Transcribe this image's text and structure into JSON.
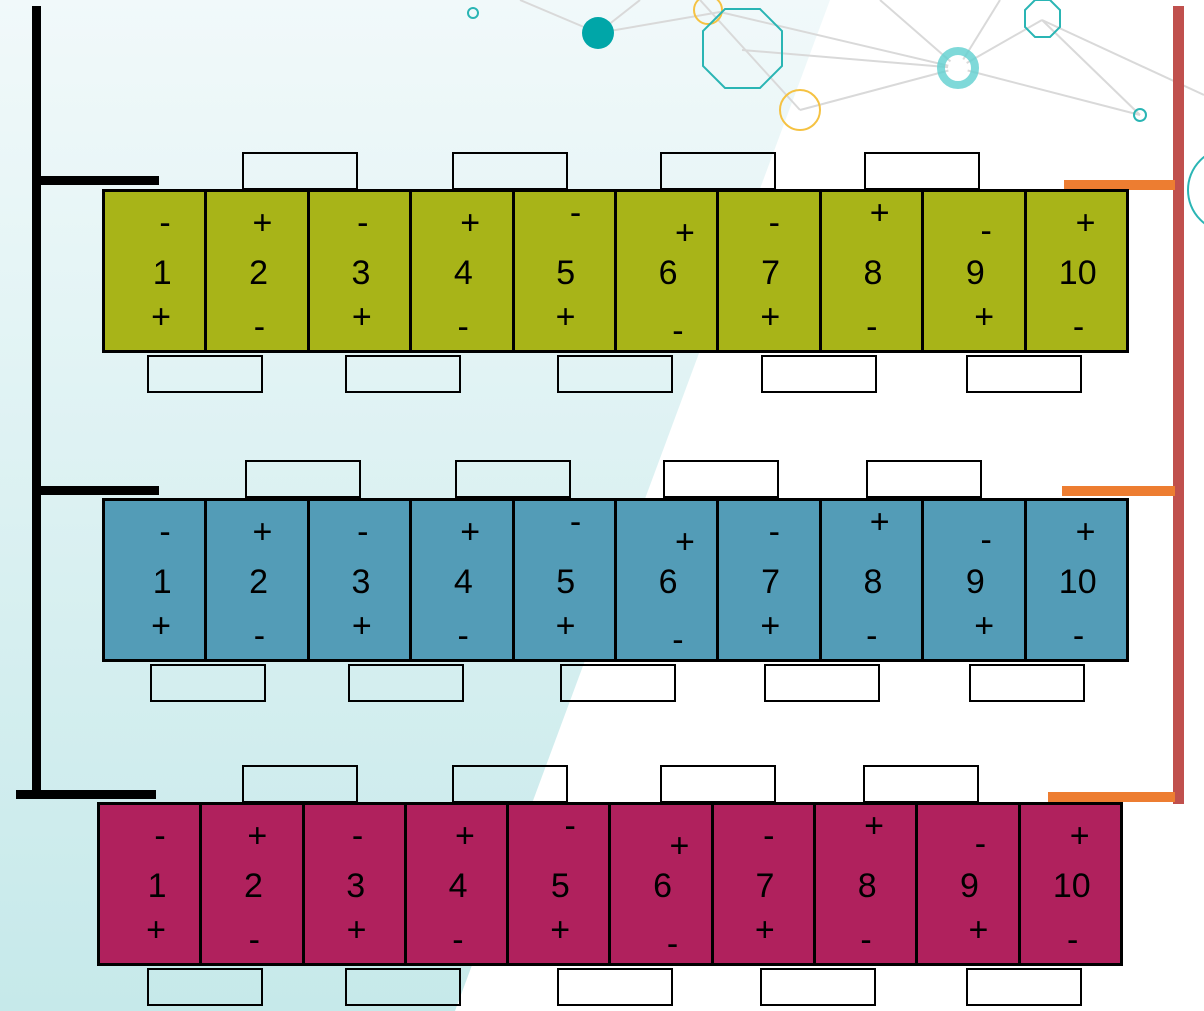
{
  "colors": {
    "rail_left": "#000000",
    "rail_right": "#c0504d",
    "tap_right": "#ed7d31",
    "outline": "#000000"
  },
  "modules": [
    {
      "color": "#a8b418",
      "cells": [
        {
          "number": "1",
          "top": "-",
          "bottom": "+"
        },
        {
          "number": "2",
          "top": "+",
          "bottom": "-"
        },
        {
          "number": "3",
          "top": "-",
          "bottom": "+"
        },
        {
          "number": "4",
          "top": "+",
          "bottom": "-"
        },
        {
          "number": "5",
          "top": "-",
          "bottom": "+"
        },
        {
          "number": "6",
          "top": "+",
          "bottom": "-"
        },
        {
          "number": "7",
          "top": "-",
          "bottom": "+"
        },
        {
          "number": "8",
          "top": "+",
          "bottom": "-"
        },
        {
          "number": "9",
          "top": "-",
          "bottom": "+"
        },
        {
          "number": "10",
          "top": "+",
          "bottom": "-"
        }
      ]
    },
    {
      "color": "#539cb7",
      "cells": [
        {
          "number": "1",
          "top": "-",
          "bottom": "+"
        },
        {
          "number": "2",
          "top": "+",
          "bottom": "-"
        },
        {
          "number": "3",
          "top": "-",
          "bottom": "+"
        },
        {
          "number": "4",
          "top": "+",
          "bottom": "-"
        },
        {
          "number": "5",
          "top": "-",
          "bottom": "+"
        },
        {
          "number": "6",
          "top": "+",
          "bottom": "-"
        },
        {
          "number": "7",
          "top": "-",
          "bottom": "+"
        },
        {
          "number": "8",
          "top": "+",
          "bottom": "-"
        },
        {
          "number": "9",
          "top": "-",
          "bottom": "+"
        },
        {
          "number": "10",
          "top": "+",
          "bottom": "-"
        }
      ]
    },
    {
      "color": "#b0215d",
      "cells": [
        {
          "number": "1",
          "top": "-",
          "bottom": "+"
        },
        {
          "number": "2",
          "top": "+",
          "bottom": "-"
        },
        {
          "number": "3",
          "top": "-",
          "bottom": "+"
        },
        {
          "number": "4",
          "top": "+",
          "bottom": "-"
        },
        {
          "number": "5",
          "top": "-",
          "bottom": "+"
        },
        {
          "number": "6",
          "top": "+",
          "bottom": "-"
        },
        {
          "number": "7",
          "top": "-",
          "bottom": "+"
        },
        {
          "number": "8",
          "top": "+",
          "bottom": "-"
        },
        {
          "number": "9",
          "top": "-",
          "bottom": "+"
        },
        {
          "number": "10",
          "top": "+",
          "bottom": "-"
        }
      ]
    }
  ]
}
